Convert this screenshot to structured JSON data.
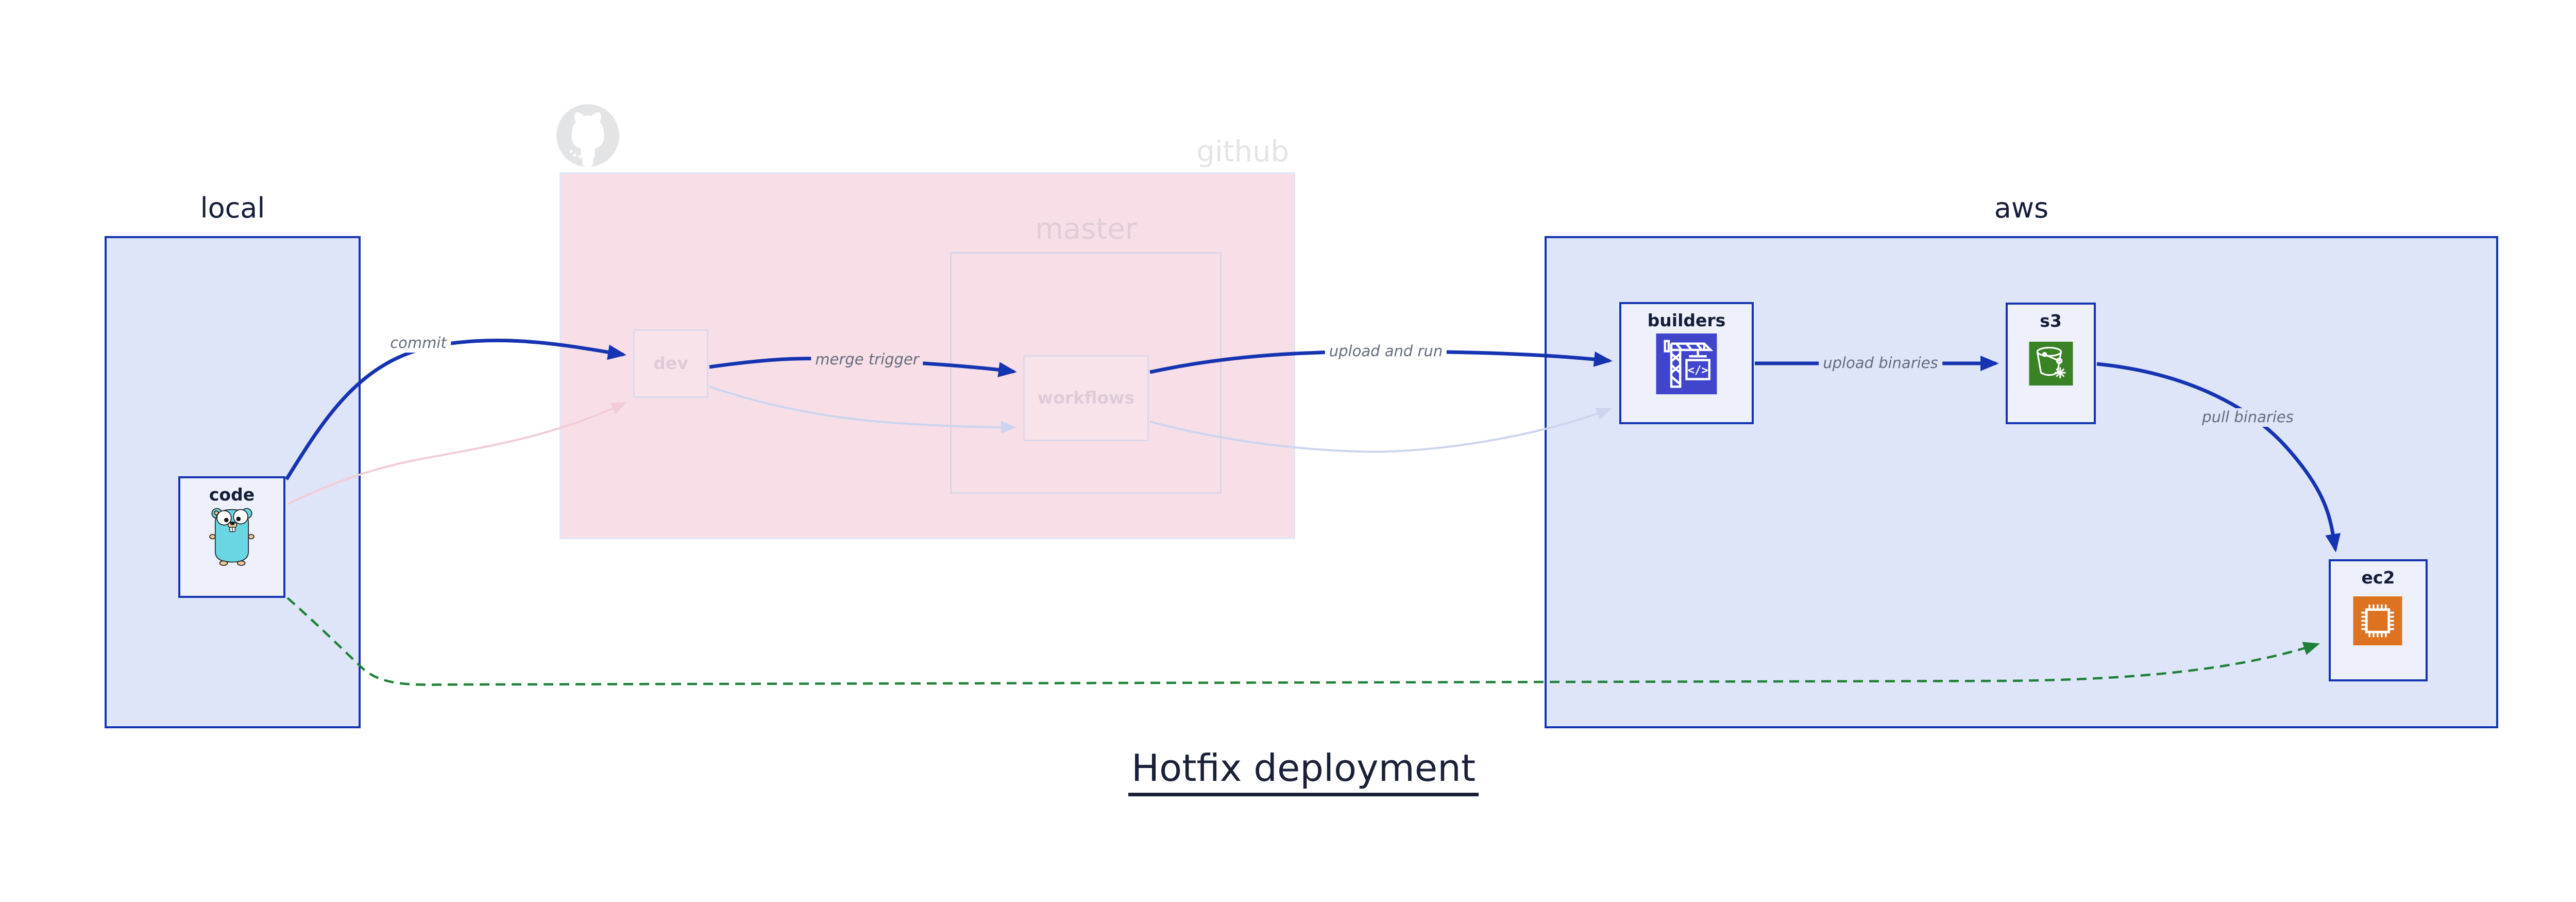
{
  "title": "Hotfix deployment",
  "containers": {
    "local": {
      "label": "local"
    },
    "github": {
      "label": "github",
      "master_label": "master"
    },
    "aws": {
      "label": "aws"
    }
  },
  "nodes": {
    "code": {
      "label": "code",
      "icon": "go-gopher-icon"
    },
    "dev": {
      "label": "dev"
    },
    "workflows": {
      "label": "workflows"
    },
    "builders": {
      "label": "builders",
      "icon": "codebuild-crane-icon"
    },
    "s3": {
      "label": "s3",
      "icon": "s3-bucket-icon"
    },
    "ec2": {
      "label": "ec2",
      "icon": "ec2-chip-icon"
    }
  },
  "edges": {
    "commit": {
      "label": "commit",
      "from": "code",
      "to": "dev",
      "style": "solid-blue"
    },
    "merge_trigger": {
      "label": "merge trigger",
      "from": "dev",
      "to": "workflows",
      "style": "solid-blue"
    },
    "upload_and_run": {
      "label": "upload and run",
      "from": "workflows",
      "to": "builders",
      "style": "solid-blue"
    },
    "upload_binaries": {
      "label": "upload binaries",
      "from": "builders",
      "to": "s3",
      "style": "solid-blue"
    },
    "pull_binaries": {
      "label": "pull binaries",
      "from": "s3",
      "to": "ec2",
      "style": "solid-blue"
    },
    "hotfix_path": {
      "label": "",
      "from": "code",
      "to": "ec2",
      "style": "dashed-green"
    },
    "faded_code_dev": {
      "label": "",
      "from": "code",
      "to": "dev",
      "style": "faded-pink"
    },
    "faded_dev_workflows": {
      "label": "",
      "from": "dev",
      "to": "workflows",
      "style": "faded-lavender"
    },
    "faded_workflows_builders": {
      "label": "",
      "from": "workflows",
      "to": "builders",
      "style": "faded-lavender"
    }
  },
  "watermarks": {
    "github_icon": "octocat-icon"
  },
  "colors": {
    "blue": "#1634b2",
    "container_fill": "#dfe5f8",
    "node_fill": "#eef1fb",
    "dark_text": "#151d38",
    "pink_fill": "#f8dfe7",
    "pink_border": "#e0e6f6",
    "master_border": "#d9d4e9",
    "faded_fill": "#f9e3eb",
    "faded_border": "#dcd9ed",
    "faded_text": "#ddccd8",
    "watermark_gray": "#e3e4e6",
    "master_label": "#e0cdd8",
    "edge_label_gray": "#646c7c",
    "pink_edge": "#f2ccd8",
    "lavender_edge": "#ccd4ef",
    "green_edge": "#1f8138",
    "codebuild_indigo": "#4045cb",
    "s3_green": "#3a8226",
    "ec2_orange": "#dd7221",
    "gopher_teal": "#6bd6e3"
  }
}
